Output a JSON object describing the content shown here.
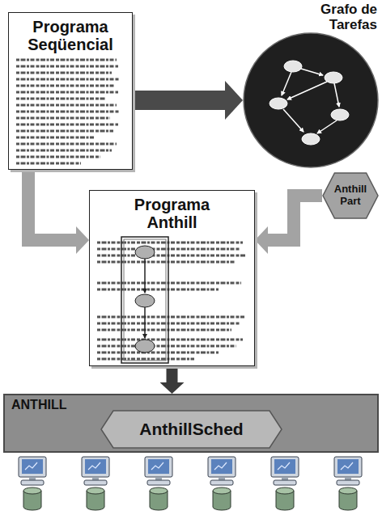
{
  "diagram": {
    "nodes": [
      {
        "text": [
          "Programa Seqüencial"
        ]
      },
      {
        "text": [
          "Grafo de Tarefas"
        ]
      },
      {
        "text": [
          "Anthill Part"
        ]
      },
      {
        "text": [
          "Programa Anthill"
        ]
      },
      {
        "text": [
          "ANTHILL"
        ]
      },
      {
        "text": [
          "AnthillSched"
        ],
        "in": 4
      }
    ],
    "edges": [
      {
        "from": 0,
        "to": 1,
        "arrow": "to"
      },
      {
        "from": 0,
        "to": 3,
        "arrow": "to"
      },
      {
        "from": 2,
        "to": 3,
        "arrow": "to"
      },
      {
        "from": 3,
        "to": 4,
        "arrow": "to"
      }
    ]
  }
}
